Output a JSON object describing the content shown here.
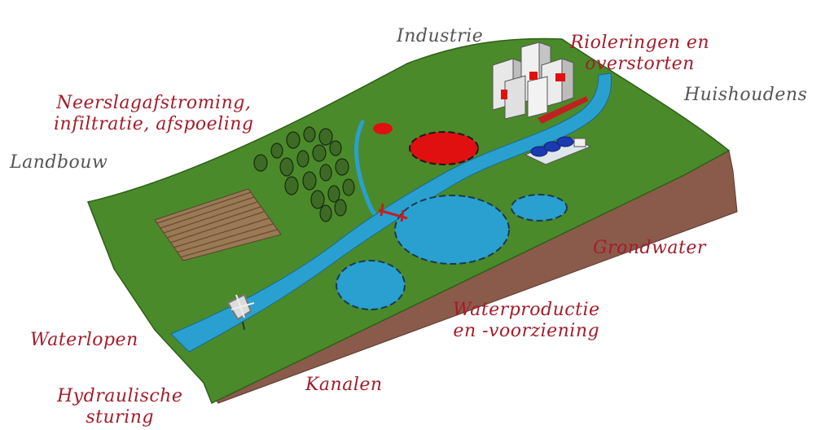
{
  "labels": {
    "industrie": "Industrie",
    "riolering_line1": "Rioleringen en",
    "riolering_line2": "overstorten",
    "huishoudens": "Huishoudens",
    "neerslag_line1": "Neerslagafstroming,",
    "neerslag_line2": "infiltratie, afspoeling",
    "landbouw": "Landbouw",
    "grondwater": "Grondwater",
    "waterproductie_line1": "Waterproductie",
    "waterproductie_line2": "en -voorziening",
    "waterlopen": "Waterlopen",
    "kanalen": "Kanalen",
    "hydraulische_line1": "Hydraulische",
    "hydraulische_line2": "sturing"
  },
  "colors": {
    "terrain": "#4a8a2a",
    "soil": "#8a5a4a",
    "water": "#2aa0d0",
    "industry_red": "#e01010",
    "label_red": "#a51c2a",
    "label_gray": "#555555"
  }
}
